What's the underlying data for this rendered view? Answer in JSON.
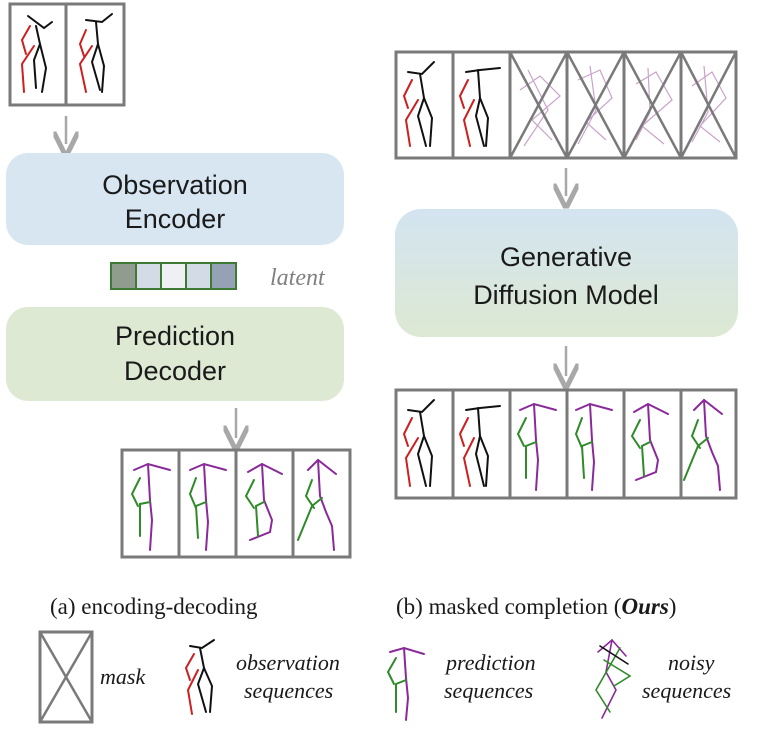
{
  "colors": {
    "frame": "#7a7a7a",
    "arrow": "#a8a8a8",
    "observation": "#cc2020",
    "observation_dark": "#111111",
    "prediction_green": "#2f8a2a",
    "prediction_purple": "#8a2a9a",
    "noise": "#c9a3c9",
    "encoder_fill": "#d7e6f1",
    "decoder_fill": "#dde9d3",
    "diffusion_fill_top": "#d3e4f1",
    "diffusion_fill_bottom": "#dde9d3",
    "latent_cells": [
      "#8f9c8e",
      "#d3dbe6",
      "#eef0f3",
      "#d3dbe6",
      "#95a2b5"
    ]
  },
  "panel_a": {
    "encoder_label_line1": "Observation",
    "encoder_label_line2": "Encoder",
    "latent_label": "latent",
    "decoder_label_line1": "Prediction",
    "decoder_label_line2": "Decoder",
    "caption": "(a) encoding-decoding"
  },
  "panel_b": {
    "model_label_line1": "Generative",
    "model_label_line2": "Diffusion Model",
    "caption_prefix": "(b) masked completion (",
    "caption_emph": "Ours",
    "caption_suffix": ")"
  },
  "legend": {
    "mask": "mask",
    "observation_line1": "observation",
    "observation_line2": "sequences",
    "prediction_line1": "prediction",
    "prediction_line2": "sequences",
    "noisy_line1": "noisy",
    "noisy_line2": "sequences"
  }
}
